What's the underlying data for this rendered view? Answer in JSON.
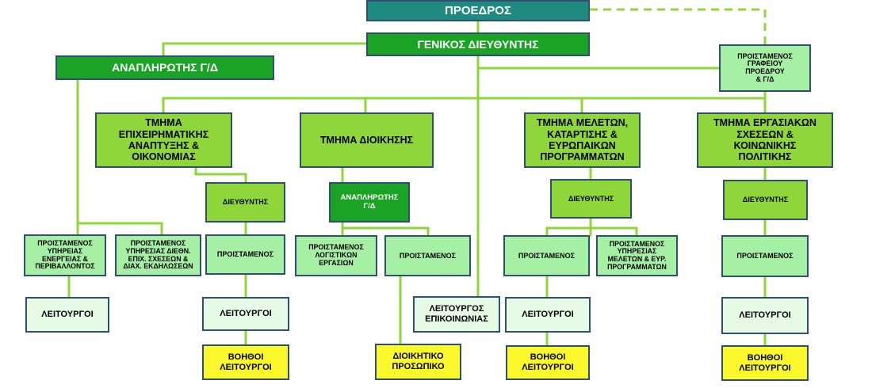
{
  "chart": {
    "president": "ΠΡΟΕΔΡΟΣ",
    "general_director": "ΓΕΝΙΚΟΣ ΔΙΕΥΘΥΝΤΗΣ",
    "deputy_gd": "ΑΝΑΠΛΗΡΩΤΗΣ Γ/Δ",
    "president_office": "ΠΡΟΙΣΤΑΜΕΝΟΣ\nΓΡΑΦΕΙΟΥ\nΠΡΟΕΔΡΟΥ\n& Γ/Δ",
    "dept_business": "ΤΜΗΜΑ\nΕΠΙΧΕΙΡΗΜΑΤΙΚΗΣ\nΑΝΑΠΤΥΞΗΣ &\nΟΙΚΟΝΟΜΙΑΣ",
    "dept_admin": "ΤΜΗΜΑ ΔΙΟΙΚΗΣΗΣ",
    "dept_studies": "ΤΜΗΜΑ ΜΕΛΕΤΩΝ,\nΚΑΤΑΡΤΙΣΗΣ &\nΕΥΡΩΠΑΙΚΩΝ\nΠΡΟΓΡΑΜΜΑΤΩΝ",
    "dept_labour": "ΤΜΗΜΑ ΕΡΓΑΣΙΑΚΩΝ\nΣΧΕΣΕΩΝ &\nΚΟΙΝΩΝΙΚΗΣ\nΠΟΛΙΤΙΚΗΣ",
    "director": "ΔΙΕΥΘΥΝΤΗΣ",
    "deputy_gd_small": "ΑΝΑΠΛΗΡΩΤΗΣ\nΓ/Δ",
    "head_energy": "ΠΡΟΙΣΤΑΜΕΝΟΣ\nΥΠΗΡΕΙΑΣ\nΕΝΕΡΓΕΙΑΣ &\nΠΕΡΙΒΑΛΛΟΝΤΟΣ",
    "head_intl": "ΠΡΟΙΣΤΑΜΕΝΟΣ\nΥΠΗΡΕΣΙΑΣ ΔΙΕΘΝ.\nΕΠΙΧ. ΣΧΕΣΕΩΝ &\nΔΙΑΧ. ΕΚΔΗΛΩΣΕΩΝ",
    "head": "ΠΡΟΙΣΤΑΜΕΝΟΣ",
    "head_accounting": "ΠΡΟΙΣΤΑΜΕΝΟΣ\nΛΟΓΙΣΤΙΚΩΝ\nΕΡΓΑΣΙΩΝ",
    "head_studies": "ΠΡΟΙΣΤΑΜΕΝΟΣ\nΥΠΗΡΕΣΙΑΣ\nΜΕΛΕΤΩΝ & ΕΥΡ.\nΠΡΟΓΡΑΜΜΑΤΩΝ",
    "officers": "ΛΕΙΤΟΥΡΓΟΙ",
    "comm_officer": "ΛΕΙΤΟΥΡΓΟΣ\nΕΠΙΚΟΙΝΩΝΙΑΣ",
    "assistant_officers": "ΒΟΗΘΟΙ\nΛΕΙΤΟΥΡΓΟΙ",
    "admin_staff": "ΔΙΟΙΚΗΤΙΚΟ\nΠΡΟΣΩΠΙΚΟ"
  },
  "colors": {
    "connector": "#8fd63a",
    "teal": "#1f8a7f",
    "dark_green": "#1aa324",
    "mid_green": "#8fd63a",
    "light_green": "#a6f0a6",
    "pale_green": "#e6fae6",
    "yellow": "#fbf82c",
    "border": "#2f4f6f"
  }
}
